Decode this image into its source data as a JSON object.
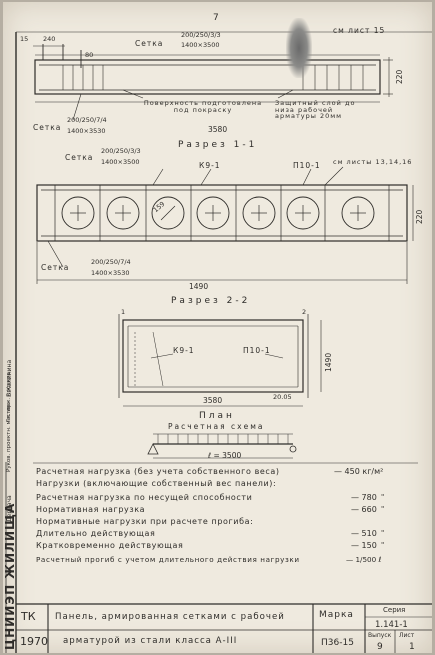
{
  "sheet": {
    "page_number": "7",
    "see_sheet_top": "см лист 15"
  },
  "section1": {
    "dim_left_15": "15",
    "dim_240": "240",
    "dim_80": "80",
    "mesh_label": "Сетка",
    "mesh_top_spec": "200/250/3/3",
    "mesh_top_size": "1400×3500",
    "mesh_bottom_label": "Сетка",
    "mesh_bottom_spec": "200/250/7/4",
    "mesh_bottom_size": "1400×3530",
    "surface_note": "Поверхность подготовлена под покраску",
    "cover_note": "Защитный слой до низа рабочей арматуры 20мм",
    "length_dim": "3580",
    "height_dim": "220",
    "title": "Разрез 1-1"
  },
  "section2": {
    "mesh_label": "Сетка",
    "mesh_top_spec": "200/250/3/3",
    "mesh_top_size": "1400×3500",
    "k9": "К9-1",
    "p10": "П10-1",
    "see_sheets": "см листы 13,14,16",
    "hole_label": "159",
    "height_dim": "220",
    "mesh_bottom_label": "Сетка",
    "mesh_bottom_spec": "200/250/7/4",
    "mesh_bottom_size": "1400×3530",
    "width_dim": "1490",
    "title": "Разрез 2-2"
  },
  "plan": {
    "marker_1": "1",
    "marker_2": "2",
    "k9": "К9-1",
    "p10": "П10-1",
    "height_dim": "1490",
    "length_dim": "3580",
    "mark_dim": "20.05",
    "title": "План"
  },
  "calc": {
    "title": "Расчетная схема",
    "span": "ℓ = 3500"
  },
  "loads": {
    "design_load_label": "Расчетная нагрузка (без учета собственного веса)",
    "design_load_value": "— 450 кг/м²",
    "header": "Нагрузки (включающие собственный вес панели):",
    "rows": [
      {
        "label": "Расчетная нагрузка по несущей способности",
        "value": "— 780",
        "unit": "\""
      },
      {
        "label": "Нормативная нагрузка",
        "value": "— 660",
        "unit": "\""
      },
      {
        "label": "Нормативные нагрузки при расчете прогиба:",
        "value": "",
        "unit": ""
      },
      {
        "label": "Длительно действующая",
        "value": "— 510",
        "unit": "\""
      },
      {
        "label": "Кратковременно действующая",
        "value": "— 150",
        "unit": "\""
      },
      {
        "label": "Расчетный прогиб с учетом длительного действия нагрузки",
        "value": "— 1/500 ℓ",
        "unit": ""
      }
    ]
  },
  "title_block": {
    "code": "ТК",
    "year": "1970",
    "description_line1": "Панель, армированная сетками с рабочей",
    "description_line2": "арматурой из стали класса А-III",
    "mark_label": "Марка",
    "mark_value": "П36-15",
    "series_label": "Серия",
    "series_value": "1.141-1",
    "issue_label": "Выпуск",
    "issue_value": "9",
    "sheet_label": "Лист",
    "sheet_value": "1"
  },
  "side_strip": {
    "big_text": "ЦНИИЭП ЖИЛИЩА",
    "small_1": "Деркача",
    "small_2": "Руков. проектн. мастер.",
    "small_3": "Гл. инж. проекта",
    "small_4": "Б.Калинина"
  }
}
